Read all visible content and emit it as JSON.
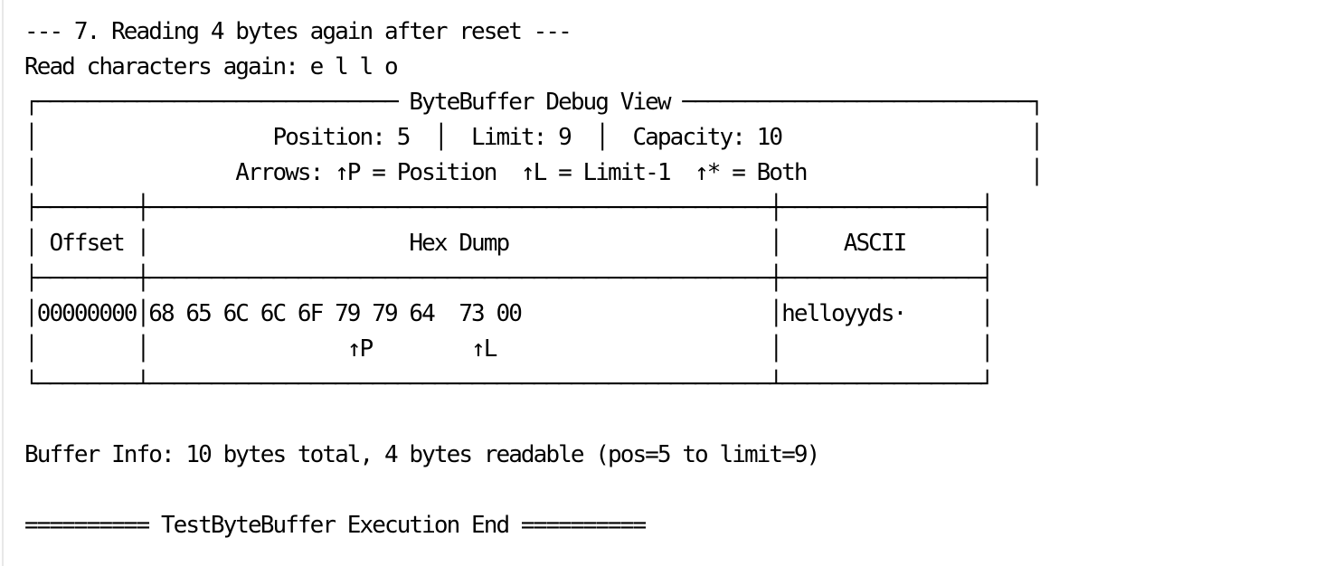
{
  "terminal": {
    "text_color": "#000000",
    "background_color": "#ffffff",
    "edge_line_color": "#e8e8e8",
    "lines": [
      "--- 7. Reading 4 bytes again after reset ---",
      "Read characters again: e l l o",
      "┌───────────────────────────── ByteBuffer Debug View ────────────────────────────┐",
      "│                   Position: 5  │  Limit: 9  │  Capacity: 10                    │",
      "│                Arrows: ↑P = Position  ↑L = Limit-1  ↑* = Both                  │",
      "├────────┼──────────────────────────────────────────────────┼────────────────┤",
      "│ Offset │                     Hex Dump                     │     ASCII      │",
      "├────────┼──────────────────────────────────────────────────┼────────────────┤",
      "│00000000│68 65 6C 6C 6F 79 79 64  73 00                    │helloyyds·      │",
      "│        │                ↑P        ↑L                      │                │",
      "└────────┴──────────────────────────────────────────────────┴────────────────┘",
      "",
      "Buffer Info: 10 bytes total, 4 bytes readable (pos=5 to limit=9)",
      "",
      "========== TestByteBuffer Execution End ==========",
      ""
    ]
  },
  "values": {
    "step_header": "--- 7. Reading 4 bytes again after reset ---",
    "read_label": "Read characters again:",
    "read_characters": [
      "e",
      "l",
      "l",
      "o"
    ],
    "debug_view": {
      "title": "ByteBuffer Debug View",
      "position": 5,
      "limit": 9,
      "capacity": 10,
      "arrows_legend": [
        {
          "symbol": "↑P",
          "meaning": "Position"
        },
        {
          "symbol": "↑L",
          "meaning": "Limit-1"
        },
        {
          "symbol": "↑*",
          "meaning": "Both"
        }
      ],
      "table": {
        "columns": [
          "Offset",
          "Hex Dump",
          "ASCII"
        ],
        "rows": [
          {
            "offset": "00000000",
            "hex_bytes": [
              "68",
              "65",
              "6C",
              "6C",
              "6F",
              "79",
              "79",
              "64",
              "73",
              "00"
            ],
            "ascii": "helloyyds·",
            "position_arrow_byte_index": 5,
            "limit_arrow_byte_index": 8
          }
        ]
      }
    },
    "buffer_info": "Buffer Info: 10 bytes total, 4 bytes readable (pos=5 to limit=9)",
    "execution_end": "========== TestByteBuffer Execution End =========="
  }
}
